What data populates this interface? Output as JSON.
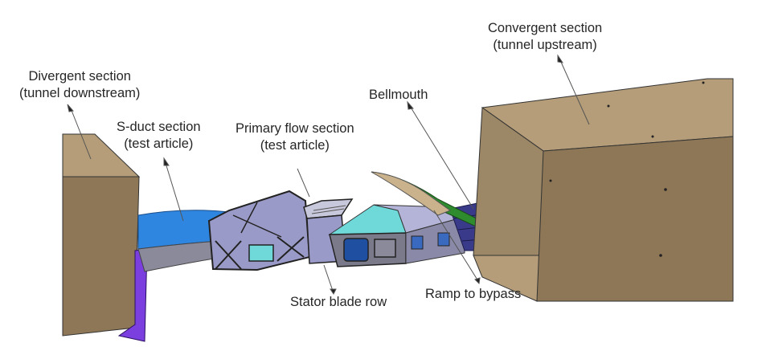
{
  "figure": {
    "title": "Wind tunnel test rig layout",
    "callouts": {
      "divergent": {
        "line1": "Divergent section",
        "line2": "(tunnel downstream)"
      },
      "convergent": {
        "line1": "Convergent section",
        "line2": "(tunnel upstream)"
      },
      "sduct": {
        "line1": "S-duct section",
        "line2": "(test article)"
      },
      "primary": {
        "line1": "Primary flow section",
        "line2": "(test article)"
      },
      "bellmouth": {
        "line1": "Bellmouth"
      },
      "stator": {
        "line1": "Stator blade row"
      },
      "ramp": {
        "line1": "Ramp to bypass"
      }
    },
    "colors": {
      "tunnel_wall": "#a38d6c",
      "tunnel_wall_top": "#b49d78",
      "tunnel_wall_dark": "#8a7556",
      "sduct_blue": "#2f86e0",
      "frame_lavender": "#9a9ac8",
      "window_cyan": "#6fd8d8",
      "duct_navy": "#3a3a8a",
      "ramp_green": "#2e8b2e",
      "bracket_purple": "#7b3fe0",
      "leader_line": "#555555"
    }
  }
}
